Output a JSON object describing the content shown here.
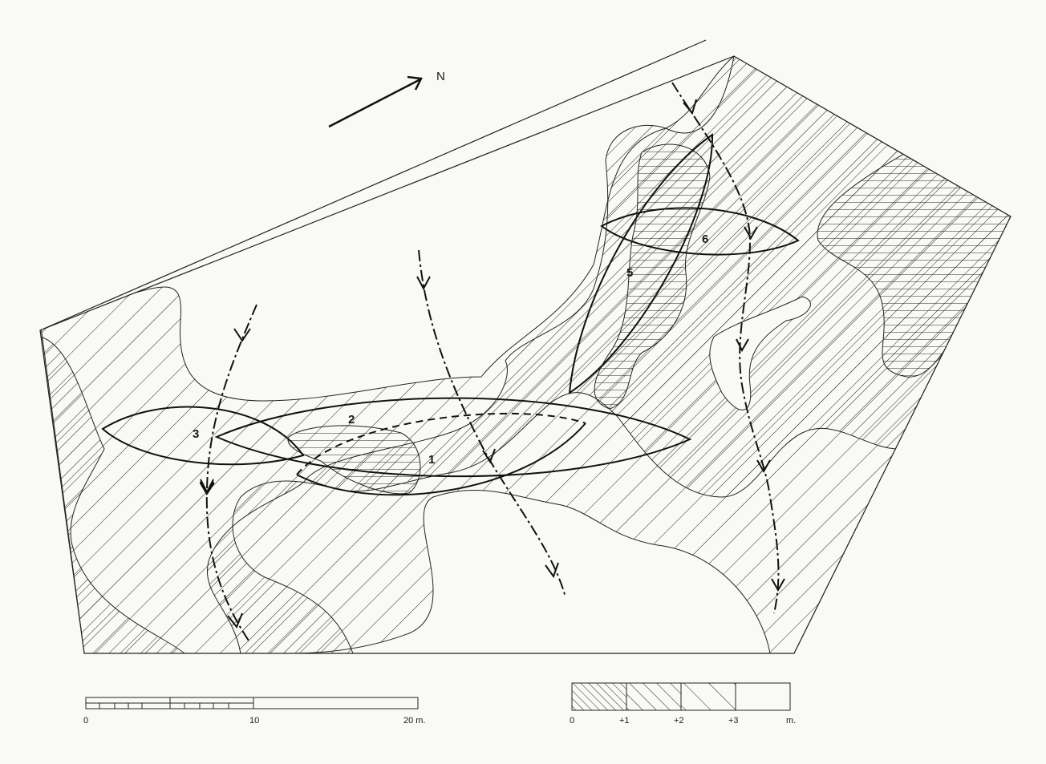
{
  "plan": {
    "north_label": "N",
    "feature_labels": [
      "1",
      "2",
      "3",
      "5",
      "6"
    ]
  },
  "scale_bar": {
    "labels": [
      "0",
      "10",
      "20 m."
    ]
  },
  "legend": {
    "labels": [
      "0",
      "+1",
      "+2",
      "+3",
      "m."
    ]
  },
  "colors": {
    "ink": "#1a1a1a",
    "paper": "#f9f9f6"
  }
}
